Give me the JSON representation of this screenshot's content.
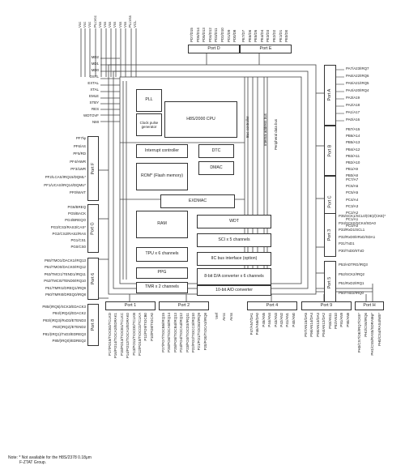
{
  "top_pins": [
    "Vcc",
    "Vcc",
    "Vcc",
    "PLLVcc",
    "Vss",
    "Vss",
    "Vss",
    "Vss",
    "Vss",
    "Vss",
    "PLLVss",
    "VCL"
  ],
  "left_pins": [
    "MD2",
    "MD1",
    "MD0",
    "OSTL",
    "EXTAL",
    "XTAL",
    "EMLE",
    "STBY",
    "RES",
    "WDTOVF",
    "NMI"
  ],
  "port_d_pins": [
    "PD7/D15",
    "PD6/D14",
    "PD5/D13",
    "PD4/D12",
    "PD3/D11",
    "PD2/D10",
    "PD1/D9",
    "PD0/D8"
  ],
  "port_e_pins": [
    "PE7/D7",
    "PE6/D6",
    "PE5/D5",
    "PE4/D4",
    "PE3/D3",
    "PE2/D2",
    "PE1/D1",
    "PE0/D0"
  ],
  "ports": {
    "a": "Port A",
    "b": "Port B",
    "c": "Port C",
    "d": "Port D",
    "e": "Port E",
    "f": "Port F",
    "g": "Port G",
    "six": "Port 6",
    "eight": "Port 8",
    "three": "Port 3",
    "five": "Port 5",
    "one": "Port 1",
    "two": "Port 2",
    "four": "Port 4",
    "nine": "Port 9",
    "h": "Port H"
  },
  "port_a_pins": [
    "PA7/A23/IRQ7",
    "PA6/A22/IRQ6",
    "PA5/A21/IRQ5",
    "PA4/A20/IRQ4",
    "PA3/A19",
    "PA2/A18",
    "PA1/A17",
    "PA0/A16"
  ],
  "port_b_pins": [
    "PB7/A15",
    "PB6/A14",
    "PB5/A13",
    "PB4/A12",
    "PB3/A11",
    "PB2/A10",
    "PB1/A9",
    "PB0/A8"
  ],
  "port_c_pins": [
    "PC7/A7",
    "PC6/A6",
    "PC5/A5",
    "PC4/A4",
    "PC3/A3",
    "PC2/A2",
    "PC1/A1",
    "PC0/A0"
  ],
  "port_3_pins": [
    "P35/SCK1/SCL0/(OE)/(CKE)*",
    "P34/SCK0/SCK4/SDA0",
    "P33/RxD1/SCL1",
    "P32/RxD0/IrRxD/SDA1",
    "P31/TxD1",
    "P30/TxD0/IrTxD"
  ],
  "port_5_pins": [
    "P53/ADTRG/IRQ3",
    "P52/SCK2/IRQ2",
    "P51/RxD2/IRQ1",
    "P50/TxD2/IRQ0"
  ],
  "port_f_pins": [
    "PF7/φ",
    "PF6/AS",
    "PF5/RD",
    "PF4/HWR",
    "PF3/LWR",
    "PF2/LCAS/IRQ15/DQML*",
    "PF1/UCAS/IRQ14/DQMU*",
    "PF0/WAIT"
  ],
  "port_g_pins": [
    "PG6/BREQ",
    "PG5/BACK",
    "PG4/BREQO",
    "PG3/CS3/RAS3/CAS*",
    "PG2/CS2/RAS2/RAS",
    "PG1/CS1",
    "PG0/CS0"
  ],
  "port_6_pins": [
    "P65/TMO1/DACK1/IRQ13",
    "P64/TMO0/DACK0/IRQ12",
    "P63/TMCI1/TEND1/IRQ11",
    "P62/TMCI0/TEND0/IRQ10",
    "P61/TMRI1/DREQ1/IRQ9",
    "P60/TMRI0/DREQ0/IRQ8"
  ],
  "port_8_pins": [
    "P85/(IRQ5)/SCK3/EDACK3",
    "P84/(IRQ4)/EDACK2",
    "P83/(IRQ3)/RxD3/ETEND3",
    "P82/(IRQ2)/ETEND2",
    "P81/(IRQ1)/TxD3/EDREQ3",
    "P80/(IRQ0)/EDREQ2"
  ],
  "blocks": {
    "pll": "PLL",
    "cpu": "H8S/2000 CPU",
    "clock": "Clock pulse generator",
    "intc": "Interrupt controller",
    "dtc": "DTC",
    "rom": "ROM* (Flash memory)",
    "dmac": "DMAC",
    "exdmac": "EXDMAC",
    "ram": "RAM",
    "wdt": "WDT",
    "sci": "SCI x 5 channels",
    "tpu": "TPU x 6 channels",
    "iic": "IIC bus interface (option)",
    "da": "8-bit D/A converter x 6 channels",
    "ppg": "PPG",
    "ad": "10-bit A/D converter",
    "tmr": "TMR x 2 channels",
    "bus_controller": "Bus controller",
    "peripheral_bus": "Peripheral data bus",
    "internal_bus": "Internal address bus"
  },
  "bottom_port1_pins": [
    "P17/PO15/TIOCB2/TCLKD",
    "P16/PO14/TIOCA2/EDRAK1",
    "P15/PO13/TIOCB1/TCLKC",
    "P14/PO12/TIOCA1/EDRAK0",
    "P13/PO11/TIOCD0/TCLKB",
    "P12/PO10/TIOCC0/TCLKA",
    "P11/PO9/TIOCB0",
    "P10/PO8/TIOCA0"
  ],
  "bottom_port2_pins": [
    "P27/PO7/TIOCB5/IRQ15",
    "P26/PO6/TIOCA5/IRQ14",
    "P25/PO5/TIOCB4/IRQ13",
    "P24/PO4/TIOCA4/IRQ12",
    "P23/PO3/TIOCD3/IRQ11",
    "P22/PO2/TIOCC3/IRQ10",
    "P21/PO1/TIOCB3/IRQ9",
    "P20/PO0/TIOCA3/IRQ8"
  ],
  "bottom_ref_pins": [
    "Vref",
    "AVcc",
    "AVss"
  ],
  "bottom_port4_pins": [
    "P47/AN7/DA1",
    "P46/AN6/DA0",
    "P45/AN5",
    "P44/AN4",
    "P43/AN3",
    "P42/AN2",
    "P41/AN1",
    "P40/AN0"
  ],
  "bottom_port9_pins": [
    "P97/AN15/DA5",
    "P96/AN14/DA4",
    "P95/AN13/DA3",
    "P94/AN12/DA2",
    "P93/AN11",
    "P92/AN10",
    "P91/AN9",
    "P90/AN8"
  ],
  "bottom_porth_pins": [
    "PH3/CS7/OE/IRQ7/CKE*",
    "PH2/CS6/IRQ6",
    "PH1/CS5/RAS5/SDRAMφ*",
    "PH0/CS4/RAS4/WE*"
  ],
  "note_line1": "Note:  *  Not available for the H8S/2378 0.18μm",
  "note_line2": "F-ZTAT Group."
}
